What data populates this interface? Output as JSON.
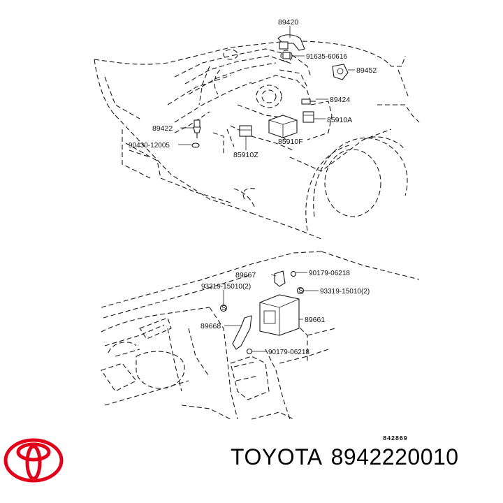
{
  "brand": {
    "name": "TOYOTA",
    "logo_color": "#e2001a"
  },
  "part_number": "8942220010",
  "diagram_ref": "842869",
  "engine_bay": {
    "labels": [
      "89420",
      "91635-60616",
      "89452",
      "89424",
      "85910A",
      "89422",
      "90430-12005",
      "85910F",
      "85910Z"
    ]
  },
  "dashboard": {
    "labels": [
      "89667",
      "90179-06218",
      "93319-15010(2)",
      "93319-15010(2)",
      "89661",
      "89668",
      "90179-06218"
    ]
  }
}
